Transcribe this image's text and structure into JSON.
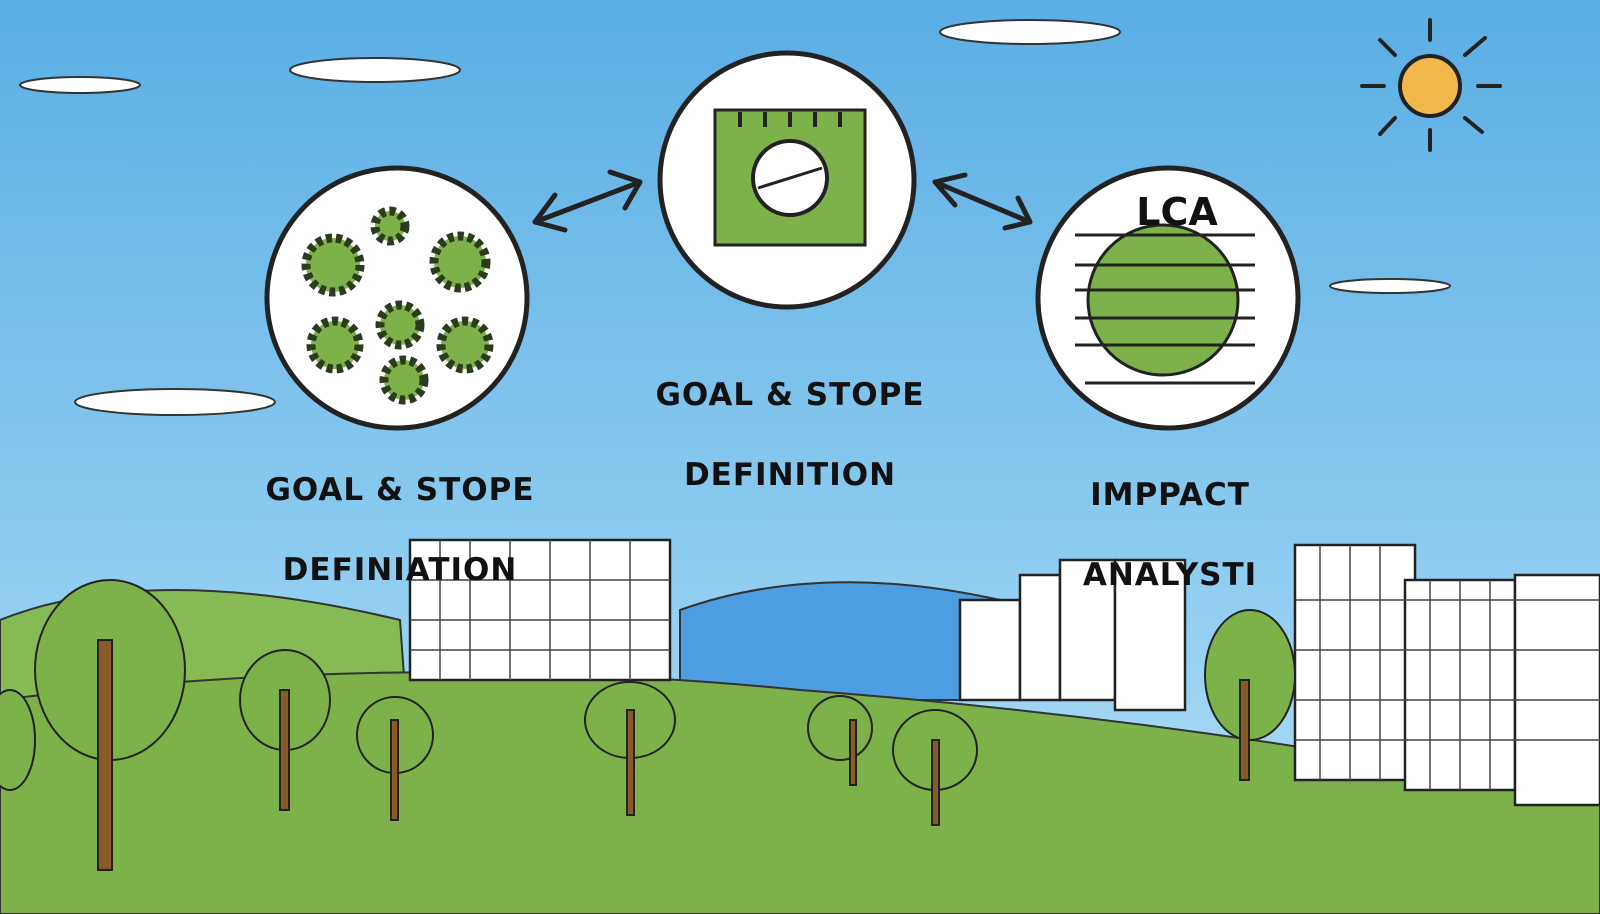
{
  "steps": [
    {
      "label_line1": "GOAL & STOPE",
      "label_line2": "DEFINIATION",
      "icon": "gears-icon"
    },
    {
      "label_line1": "GOAL & STOPE",
      "label_line2": "DEFINITION",
      "icon": "notepad-icon"
    },
    {
      "label_line1": "IMPPACT",
      "label_line2": "ANALYSTI",
      "icon": "lca-chart-icon",
      "icon_text": "LCA"
    }
  ],
  "colors": {
    "sky": "#7ec2ec",
    "grass": "#7db24a",
    "accent_green": "#6aa83a",
    "sun": "#f2b84b"
  }
}
